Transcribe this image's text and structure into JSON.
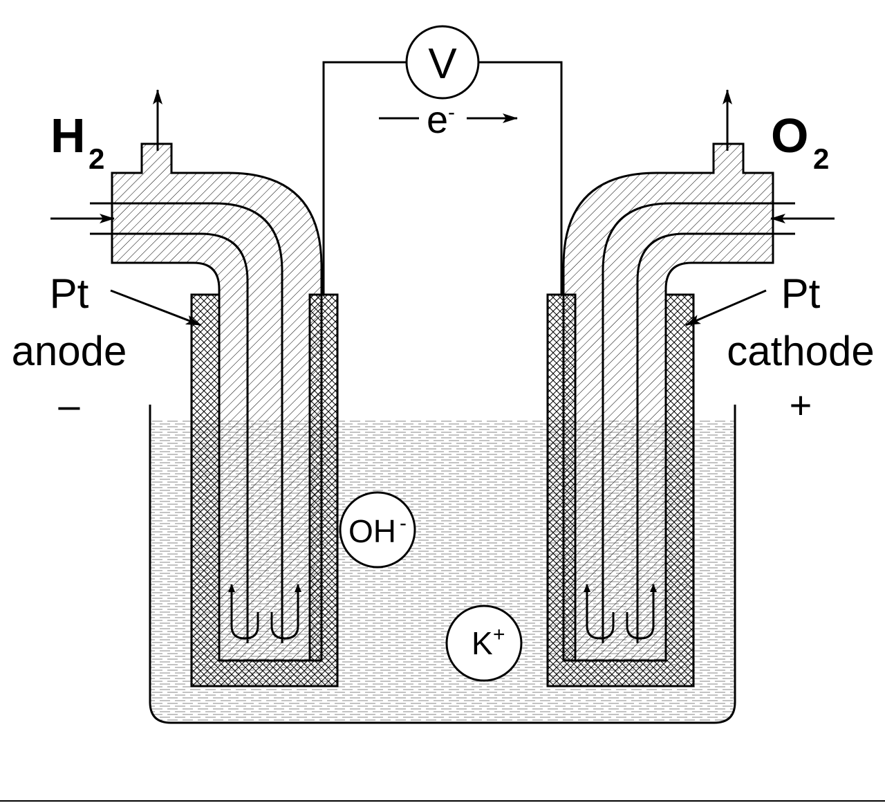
{
  "gases": {
    "left": {
      "symbol": "H",
      "subscript": "2"
    },
    "right": {
      "symbol": "O",
      "subscript": "2"
    }
  },
  "electrodes": {
    "left": {
      "material": "Pt",
      "name": "anode",
      "sign": "–"
    },
    "right": {
      "material": "Pt",
      "name": "cathode",
      "sign": "+"
    }
  },
  "meter": {
    "symbol": "V"
  },
  "electron": {
    "symbol": "e",
    "charge": "-"
  },
  "ions": [
    {
      "symbol": "OH",
      "charge": "-"
    },
    {
      "symbol": "K",
      "charge": "+"
    }
  ],
  "colors": {
    "line": "#000000",
    "electrolyte": "#9a9a9a",
    "background": "#ffffff"
  }
}
